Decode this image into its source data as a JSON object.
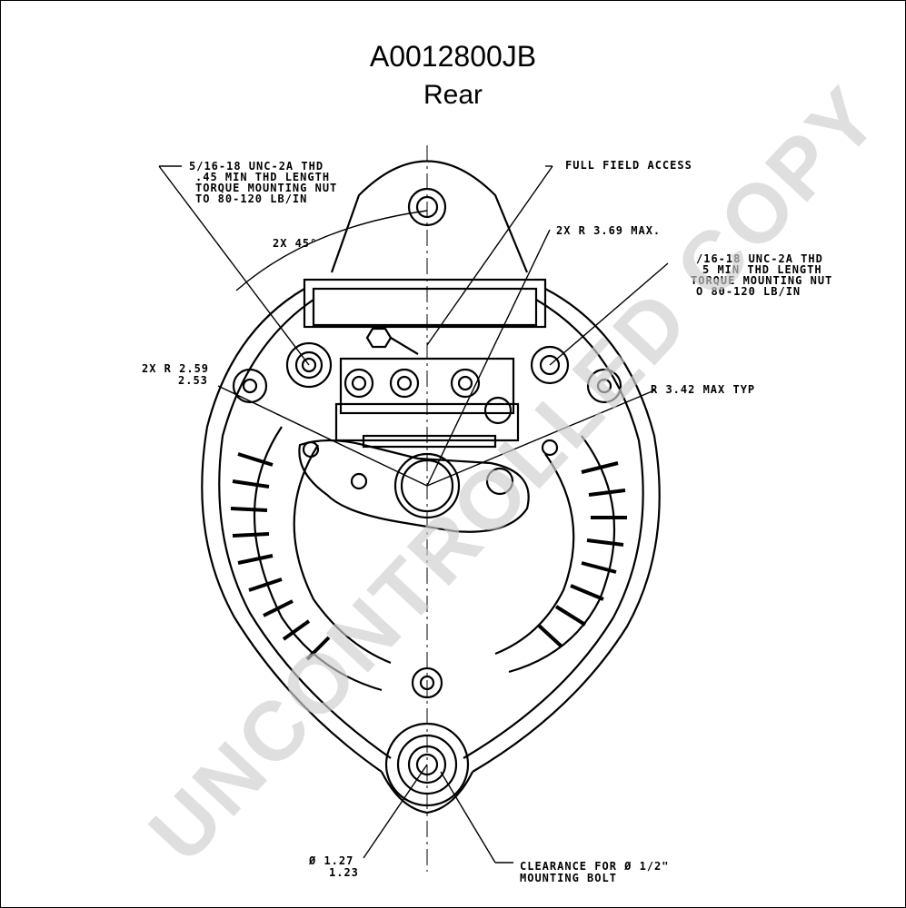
{
  "title": "A0012800JB",
  "subtitle": "Rear",
  "watermark": "UNCONTROLLED COPY",
  "annotations": {
    "thread_left": [
      "5/16-18 UNC-2A THD",
      ".45 MIN THD LENGTH",
      "TORQUE MOUNTING NUT",
      "TO 80-120 LB/IN"
    ],
    "angle": "2X 45°",
    "full_field": "FULL FIELD ACCESS",
    "radius_369": "2X R 3.69 MAX.",
    "thread_right": [
      "/16-18 UNC-2A THD",
      "5 MIN THD LENGTH",
      "TORQUE MOUNTING NUT",
      "O 80-120 LB/IN"
    ],
    "radius_259": [
      "2X R 2.59",
      "2.53"
    ],
    "radius_342": "R 3.42 MAX TYP",
    "diameter": [
      "Ø 1.27",
      "1.23"
    ],
    "clearance": [
      "CLEARANCE FOR Ø 1/2\"",
      "MOUNTING BOLT"
    ]
  }
}
